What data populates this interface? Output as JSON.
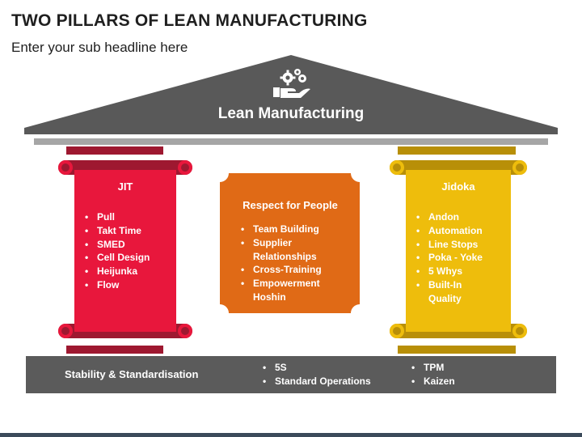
{
  "header": {
    "title": "TWO PILLARS OF LEAN MANUFACTURING",
    "subtitle": "Enter your sub headline here"
  },
  "roof": {
    "label": "Lean Manufacturing",
    "icon": "gears-hand-icon",
    "color": "#595959"
  },
  "pillars": [
    {
      "title": "JIT",
      "items": [
        "Pull",
        "Takt Time",
        "SMED",
        "Cell Design",
        "Heijunka",
        "Flow"
      ],
      "color": "#e8173c",
      "cap_color": "#9e1830"
    },
    {
      "title": "Jidoka",
      "items": [
        "Andon",
        "Automation",
        "Line Stops",
        "Poka - Yoke",
        "5 Whys",
        "Built-In Quality"
      ],
      "color": "#eebd0c",
      "cap_color": "#b88f08"
    }
  ],
  "center": {
    "title": "Respect for People",
    "items": [
      "Team Building",
      "Supplier Relationships",
      "Cross-Training",
      "Empowerment Hoshin"
    ],
    "color": "#e06a16"
  },
  "base": {
    "label": "Stability & Standardisation",
    "col1": [
      "5S",
      "Standard Operations"
    ],
    "col2": [
      "TPM",
      "Kaizen"
    ],
    "color": "#5b5b5b"
  }
}
